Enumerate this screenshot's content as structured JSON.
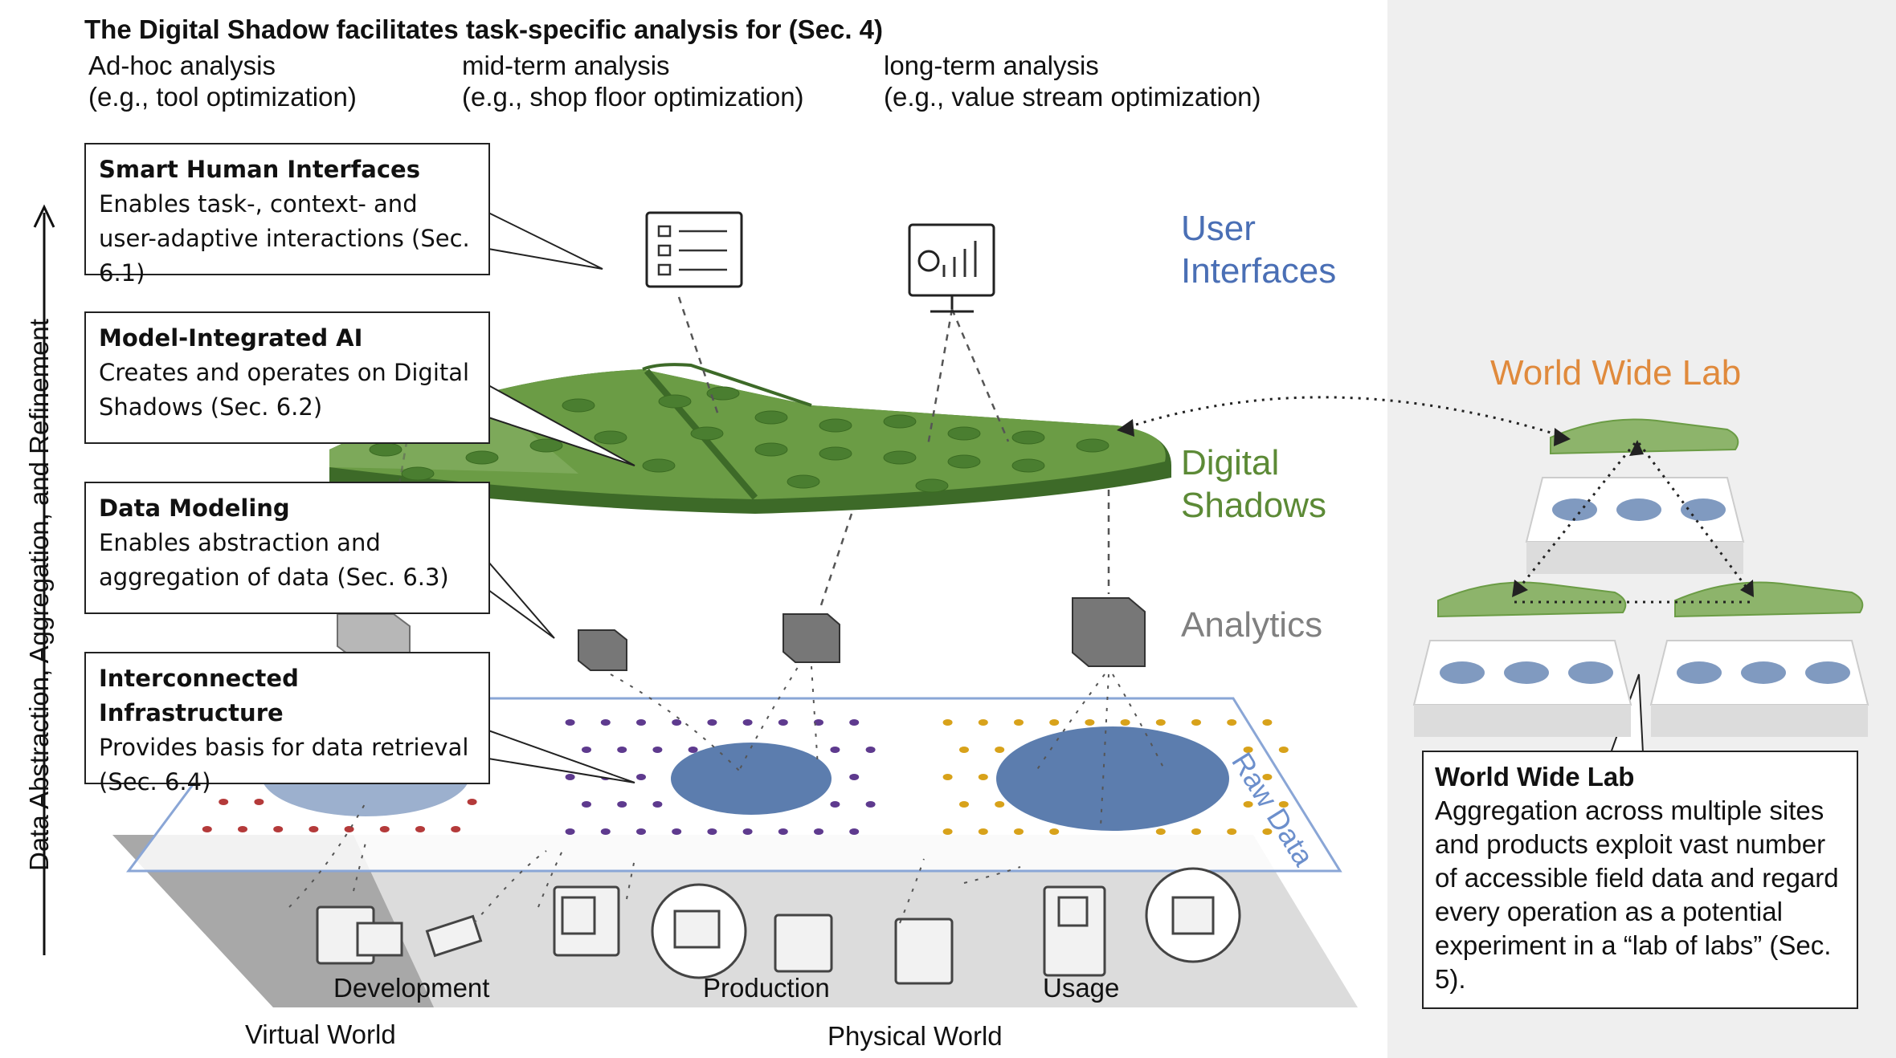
{
  "header": {
    "title": "The Digital Shadow facilitates task-specific analysis for (Sec. 4)",
    "analyses": [
      {
        "name": "Ad-hoc analysis",
        "example": "(e.g., tool optimization)"
      },
      {
        "name": "mid-term analysis",
        "example": "(e.g., shop floor optimization)"
      },
      {
        "name": "long-term analysis",
        "example": "(e.g., value stream optimization)"
      }
    ]
  },
  "axis": {
    "label": "Data Abstraction, Aggregation, and Refinement"
  },
  "callouts": [
    {
      "title": "Smart Human Interfaces",
      "text": "Enables task-, context- and user-adaptive interactions (Sec. 6.1)"
    },
    {
      "title": "Model-Integrated AI",
      "text": "Creates and operates on Digital Shadows (Sec. 6.2)"
    },
    {
      "title": "Data Modeling",
      "text": "Enables abstraction and aggregation of data (Sec. 6.3)"
    },
    {
      "title": "Interconnected Infrastructure",
      "text": "Provides basis for data retrieval (Sec. 6.4)"
    }
  ],
  "layers": {
    "user_interfaces": "User Interfaces",
    "digital_shadows": "Digital Shadows",
    "analytics": "Analytics",
    "raw_data": "Raw Data"
  },
  "worlds": {
    "development": "Development",
    "production": "Production",
    "usage": "Usage",
    "virtual": "Virtual World",
    "physical": "Physical World"
  },
  "wwl": {
    "heading": "World Wide Lab",
    "box_title": "World Wide Lab",
    "box_text": "Aggregation across multiple sites and products exploit vast number of accessible field data and regard every operation as a potential experiment in a “lab of labs” (Sec. 5)."
  },
  "colors": {
    "green": "#5e8e3e",
    "green_dark": "#3d6a28",
    "blue_label": "#4a6fb5",
    "green_label": "#5c8a36",
    "gray_label": "#808080",
    "orange_label": "#e08a3c",
    "raw_data_label": "#6c8fcc",
    "red_dots": "#b43a3a",
    "purple_dots": "#5e3a8e",
    "gold_dots": "#d8a21a",
    "ellipse": "#4a6fa5"
  }
}
